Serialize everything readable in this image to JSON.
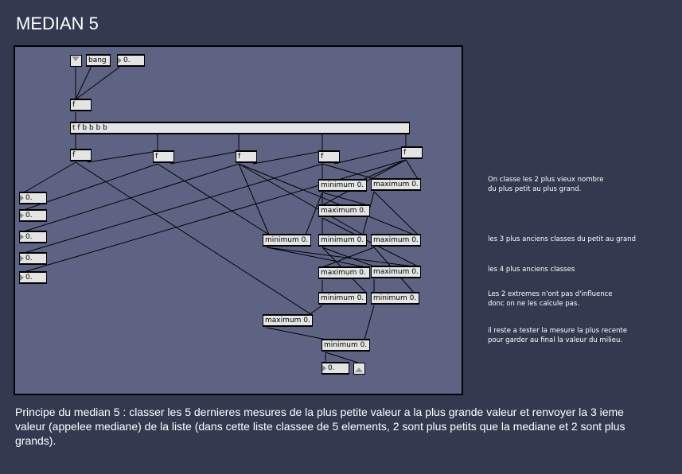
{
  "title": "MEDIAN 5",
  "patch": {
    "bang_label": "bang",
    "number_value": "0.",
    "f_label": "f",
    "trigger_label": "t f b b b b",
    "minimum_label": "minimum 0.",
    "maximum_label": "maximum 0."
  },
  "notes": [
    "On classe les 2 plus vieux nombre\ndu plus petit au plus grand.",
    "les 3 plus anciens classes du petit au grand",
    "les 4 plus anciens classes",
    "Les 2 extremes n'ont pas d'influence\ndonc on ne les calcule pas.",
    "il reste a tester la mesure la plus recente\npour garder au final la valeur du milieu."
  ],
  "caption": "Principe du median 5 : classer les 5 dernieres mesures de la plus petite valeur a la plus grande valeur et renvoyer la 3 ieme valeur (appelee mediane) de la liste (dans cette liste classee de 5 elements, 2 sont plus petits que la mediane et 2 sont plus grands)."
}
